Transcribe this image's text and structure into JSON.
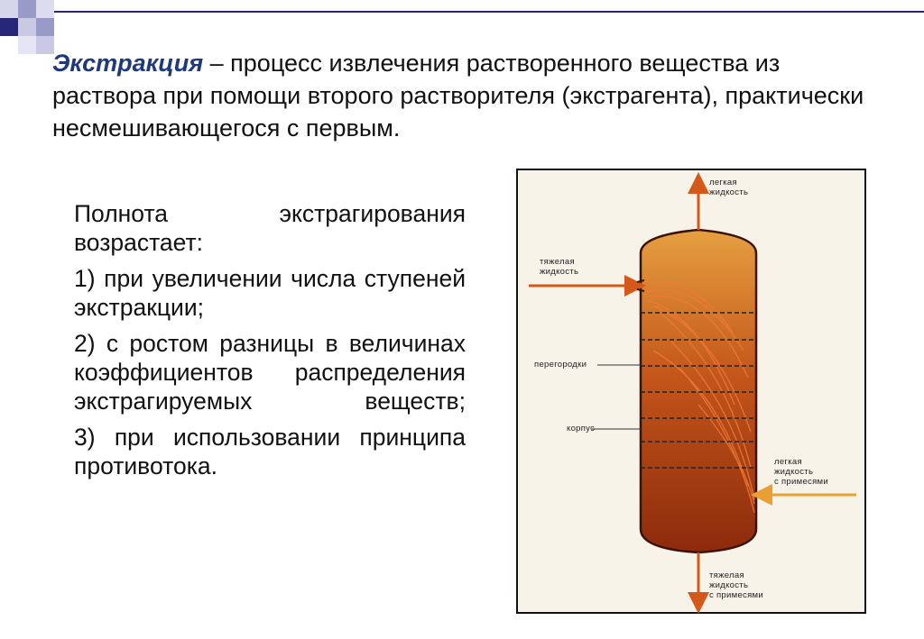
{
  "slide": {
    "accent_color": "#1f3a7a",
    "decor_color": "#27277a"
  },
  "definition": {
    "term": "Экстракция",
    "rest": " – процесс извлечения растворенного вещества из раствора при помощи второго растворителя (экстрагента), практически несмешивающегося с первым."
  },
  "completeness": {
    "intro": "Полнота экстрагирования возрастает:",
    "items": [
      "1) при увеличении числа ступеней экстракции;",
      "2) с ростом разницы в величинах коэффициентов распределения экстрагируемых веществ;",
      "3) при использовании принципа противотока."
    ]
  },
  "diagram": {
    "labels": {
      "light_out": [
        "легкая",
        "жидкость"
      ],
      "heavy_in": [
        "тяжелая",
        "жидкость"
      ],
      "partitions": "перегородки",
      "housing": "корпус",
      "light_in": [
        "легкая",
        "жидкость",
        "с примесями"
      ],
      "heavy_out": [
        "тяжелая",
        "жидкость",
        "с примесями"
      ]
    },
    "colors": {
      "column_top": "#e6a040",
      "column_bottom": "#8c2a0c",
      "arrow": "#d4581a",
      "in_arrow": "#e8a035"
    }
  }
}
